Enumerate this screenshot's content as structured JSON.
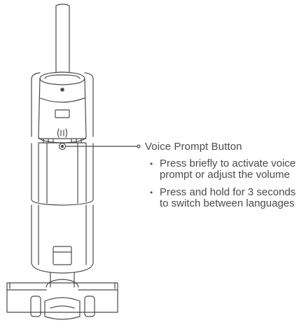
{
  "callout": {
    "title": "Voice Prompt Button",
    "bullets": [
      {
        "marker": "•",
        "text": "Press briefly to activate voice prompt or adjust the volume"
      },
      {
        "marker": "•",
        "text": "Press and hold for 3 seconds to switch between languages"
      }
    ]
  },
  "colors": {
    "line": "#4a4a4a",
    "text": "#4a4a4a",
    "background": "#ffffff"
  },
  "icons": [
    "voice-prompt-button-icon",
    "callout-endpoint-dot"
  ]
}
